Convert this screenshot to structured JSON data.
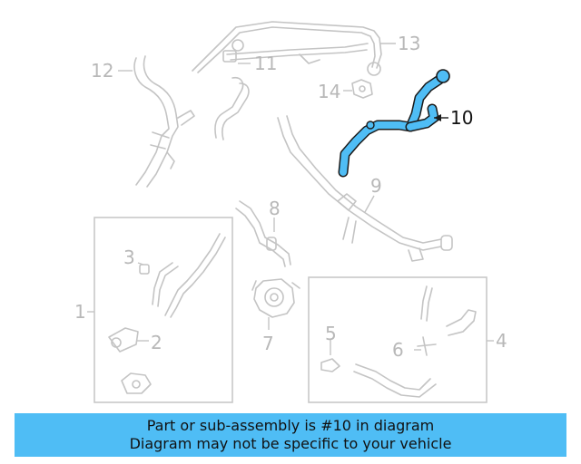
{
  "callouts": {
    "c1": "1",
    "c2": "2",
    "c3": "3",
    "c4": "4",
    "c5": "5",
    "c6": "6",
    "c7": "7",
    "c8": "8",
    "c9": "9",
    "c10": "10",
    "c11": "11",
    "c12": "12",
    "c13": "13",
    "c14": "14"
  },
  "highlight": {
    "part": "10",
    "color": "#4fbdf5"
  },
  "banner": {
    "line1": "Part or sub-assembly is #10 in diagram",
    "line2": "Diagram may not be specific to your vehicle",
    "color": "#4fbdf5"
  }
}
